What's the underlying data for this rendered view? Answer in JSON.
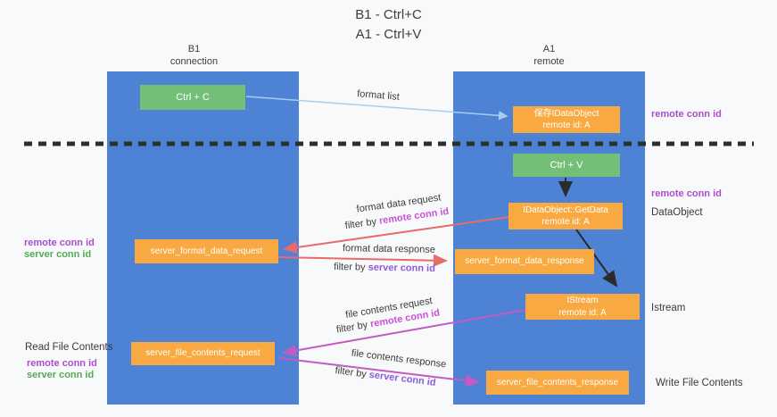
{
  "title": {
    "line1": "B1 - Ctrl+C",
    "line2": "A1 - Ctrl+V"
  },
  "columns": {
    "left": {
      "header_line1": "B1",
      "header_line2": "connection"
    },
    "right": {
      "header_line1": "A1",
      "header_line2": "remote"
    }
  },
  "nodes": {
    "ctrl_c": "Ctrl + C",
    "save_dataobject": {
      "line1": "保存IDataObject",
      "line2": "remote id: A"
    },
    "ctrl_v": "Ctrl + V",
    "getdata": {
      "line1": "IDataObject::GetData",
      "line2": "remote id: A"
    },
    "format_request": "server_format_data_request",
    "format_response": "server_format_data_response",
    "istream": {
      "line1": "IStream",
      "line2": "remote id: A"
    },
    "file_request": "server_file_contents_request",
    "file_response": "server_file_contents_response"
  },
  "side_labels": {
    "remote_conn_id_top": "remote conn id",
    "remote_conn_id_mid": "remote conn id",
    "dataobject": "DataObject",
    "istream": "Istream",
    "write_file_contents": "Write File Contents",
    "read_file_contents": "Read File Contents",
    "legend1": {
      "remote": "remote conn id",
      "server": "server conn id"
    },
    "legend2": {
      "remote": "remote conn id",
      "server": "server conn id"
    }
  },
  "annotations": {
    "format_list": "format list",
    "format_data_request": "format data request",
    "filter_by_remote_1": {
      "prefix": "filter by ",
      "highlight": "remote conn id"
    },
    "format_data_response": "format data response",
    "filter_by_server_1": {
      "prefix": "filter by ",
      "highlight": "server conn id"
    },
    "file_contents_request": "file contents request",
    "filter_by_remote_2": {
      "prefix": "filter by ",
      "highlight": "remote conn id"
    },
    "file_contents_response": "file contents response",
    "filter_by_server_2": {
      "prefix": "filter by ",
      "highlight": "server conn id"
    }
  },
  "colors": {
    "column_blue": "#4e82d4",
    "box_orange": "#f9a941",
    "box_green": "#74bf77",
    "arrow_lightblue": "#a6cdf0",
    "arrow_red": "#e96a6a",
    "arrow_magenta": "#c45ac4",
    "remote_conn_purple": "#ab4dcb",
    "server_conn_green": "#55ab55",
    "inline_remote_magenta": "#c653d1",
    "inline_server_violet": "#8e5bd9"
  }
}
